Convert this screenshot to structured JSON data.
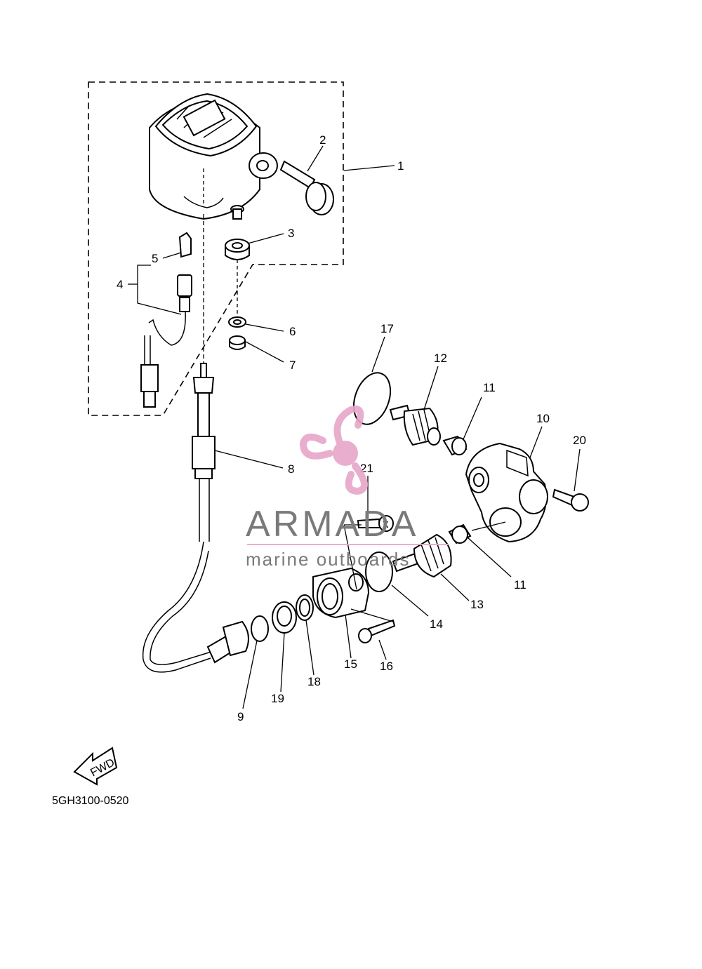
{
  "diagram": {
    "callouts": [
      {
        "id": "1",
        "label": "1"
      },
      {
        "id": "2",
        "label": "2"
      },
      {
        "id": "3",
        "label": "3"
      },
      {
        "id": "4",
        "label": "4"
      },
      {
        "id": "5",
        "label": "5"
      },
      {
        "id": "6",
        "label": "6"
      },
      {
        "id": "7",
        "label": "7"
      },
      {
        "id": "8",
        "label": "8"
      },
      {
        "id": "9",
        "label": "9"
      },
      {
        "id": "10",
        "label": "10"
      },
      {
        "id": "11a",
        "label": "11"
      },
      {
        "id": "11b",
        "label": "11"
      },
      {
        "id": "12",
        "label": "12"
      },
      {
        "id": "13",
        "label": "13"
      },
      {
        "id": "14",
        "label": "14"
      },
      {
        "id": "15",
        "label": "15"
      },
      {
        "id": "16",
        "label": "16"
      },
      {
        "id": "17",
        "label": "17"
      },
      {
        "id": "18",
        "label": "18"
      },
      {
        "id": "19",
        "label": "19"
      },
      {
        "id": "20",
        "label": "20"
      },
      {
        "id": "21",
        "label": "21"
      }
    ],
    "diagram_code": "5GH3100-0520",
    "fwd_label": "FWD"
  },
  "watermark": {
    "brand": "ARMADA",
    "tagline": "marine outboards",
    "colors": {
      "logo": "#e7a6c9",
      "text": "#7a7a7a"
    }
  }
}
